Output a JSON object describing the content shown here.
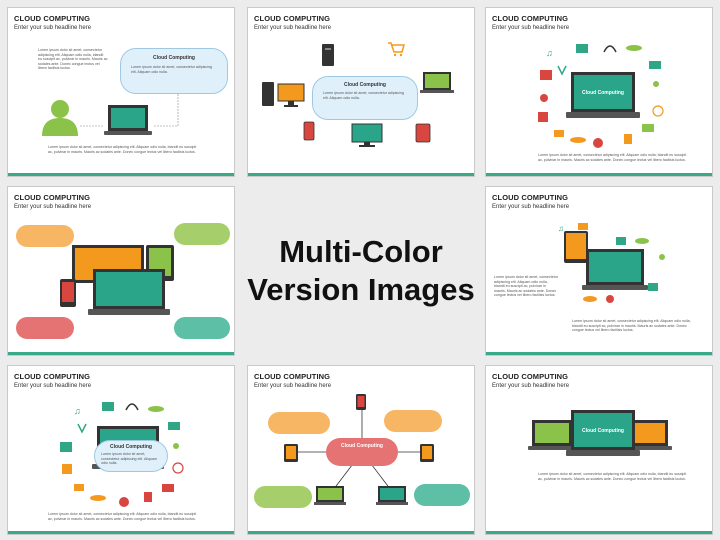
{
  "slides": {
    "common_title": "CLOUD COMPUTING",
    "common_subtitle": "Enter your sub headline here",
    "lorem_short": "Lorem ipsum dolor sit amet, consectetur adipiscing elit. Aliquam odio nulla, blandit eu suscipit ac, pulvinar in mauris. Mauris ac sodales ante. Donec congue lectus vel libero facilisis luctus.",
    "lorem_tiny": "Lorem ipsum dolor sit amet, consectetur adipiscing elit. Aliquam odio nulla.",
    "cloud_label": "Cloud Computing"
  },
  "center_label": {
    "line1": "Multi-Color",
    "line2": "Version Images"
  },
  "colors": {
    "teal": "#2fa686",
    "orange": "#f39a1e",
    "green": "#8bc34a",
    "red": "#d9463f",
    "laptop_screen": "#2aa58a",
    "accent_bar": "#3aa98a"
  }
}
